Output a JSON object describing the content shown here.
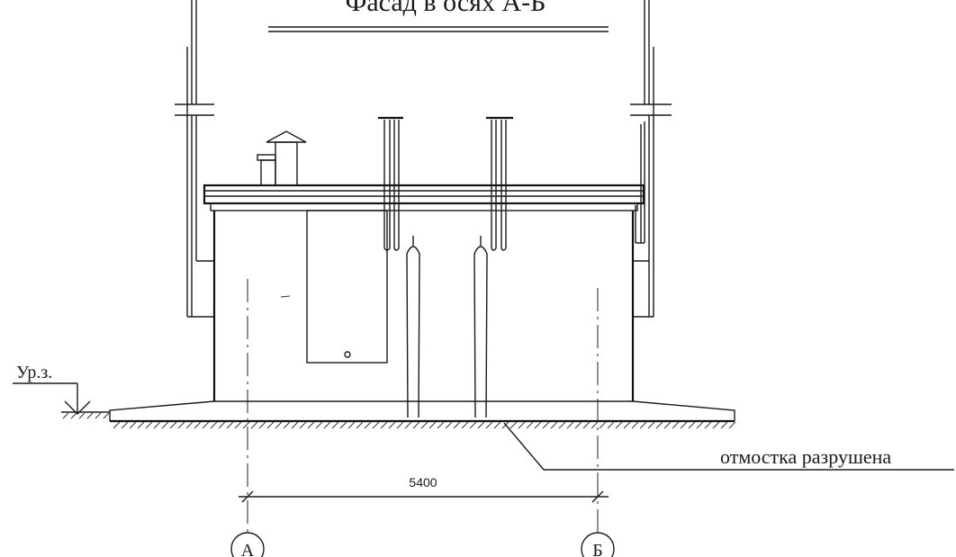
{
  "title": "Фасад в осях А-Б",
  "ground_level_label": "Ур.з.",
  "blind_area_note": "отмостка разрушена",
  "dimension": "5400",
  "axes": {
    "left": "А",
    "right": "Б"
  }
}
